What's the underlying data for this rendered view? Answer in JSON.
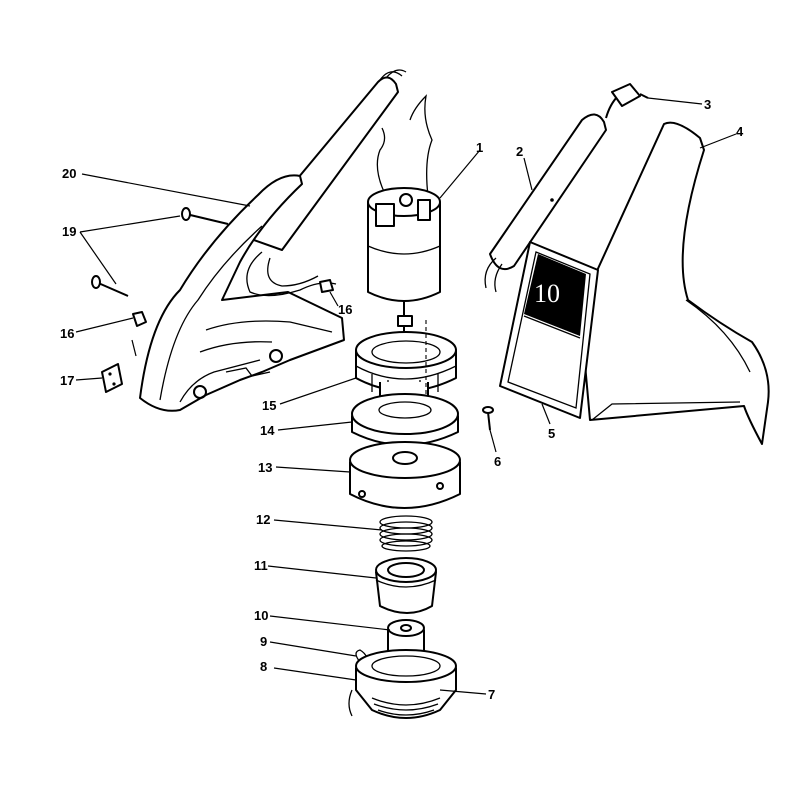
{
  "decal_text": "10",
  "callouts": [
    {
      "id": "1",
      "label": "1"
    },
    {
      "id": "2",
      "label": "2"
    },
    {
      "id": "3",
      "label": "3"
    },
    {
      "id": "4",
      "label": "4"
    },
    {
      "id": "5",
      "label": "5"
    },
    {
      "id": "6",
      "label": "6"
    },
    {
      "id": "7",
      "label": "7"
    },
    {
      "id": "8",
      "label": "8"
    },
    {
      "id": "9",
      "label": "9"
    },
    {
      "id": "10",
      "label": "10"
    },
    {
      "id": "11",
      "label": "11"
    },
    {
      "id": "12",
      "label": "12"
    },
    {
      "id": "13",
      "label": "13"
    },
    {
      "id": "14",
      "label": "14"
    },
    {
      "id": "15",
      "label": "15"
    },
    {
      "id": "16a",
      "label": "16"
    },
    {
      "id": "16b",
      "label": "16"
    },
    {
      "id": "17",
      "label": "17"
    },
    {
      "id": "19",
      "label": "19"
    },
    {
      "id": "20",
      "label": "20"
    }
  ]
}
